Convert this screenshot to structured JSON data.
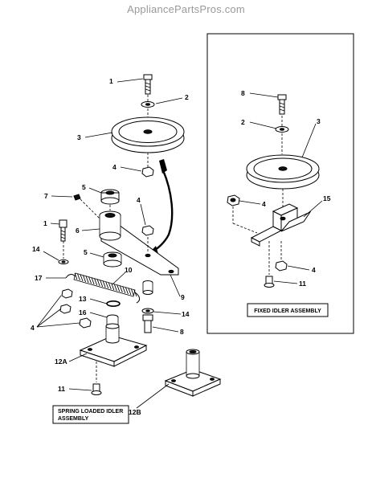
{
  "watermark": "AppliancePartsPros.com",
  "captions": {
    "fixed": "FIXED IDLER ASSEMBLY",
    "spring_line1": "SPRING LOADED IDLER",
    "spring_line2": "ASSEMBLY"
  },
  "callouts": {
    "l1a": "1",
    "l2a": "2",
    "l3a": "3",
    "l4a": "4",
    "l5a": "5",
    "l7": "7",
    "l4b": "4",
    "l1b": "1",
    "l6": "6",
    "l14a": "14",
    "l5b": "5",
    "l10": "10",
    "l17": "17",
    "l9": "9",
    "l13": "13",
    "l16": "16",
    "l14b": "14",
    "l4c": "4",
    "l8a": "8",
    "l12a": "12A",
    "l11a": "11",
    "l12b": "12B",
    "r8": "8",
    "r2": "2",
    "r3": "3",
    "r4a": "4",
    "r15": "15",
    "r4b": "4",
    "r11": "11"
  }
}
